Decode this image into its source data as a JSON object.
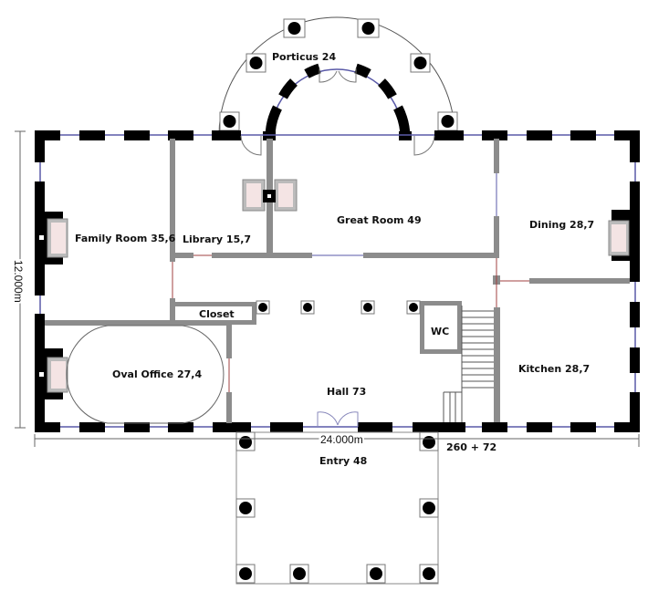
{
  "plan": {
    "rooms": [
      {
        "id": "porticus",
        "label": "Porticus 24"
      },
      {
        "id": "family_room",
        "label": "Family Room 35,6"
      },
      {
        "id": "library",
        "label": "Library 15,7"
      },
      {
        "id": "great_room",
        "label": "Great Room 49"
      },
      {
        "id": "dining",
        "label": "Dining 28,7"
      },
      {
        "id": "closet",
        "label": "Closet"
      },
      {
        "id": "wc",
        "label": "WC"
      },
      {
        "id": "oval_office",
        "label": "Oval Office 27,4"
      },
      {
        "id": "hall",
        "label": "Hall 73"
      },
      {
        "id": "kitchen",
        "label": "Kitchen 28,7"
      },
      {
        "id": "entry",
        "label": "Entry 48"
      }
    ],
    "dimensions": {
      "width": "24.000m",
      "height": "12.000m",
      "total_area": "260 + 72"
    },
    "colors": {
      "exterior_wall": "#000000",
      "interior_wall": "#8c8c8c",
      "window_line": "#5a5aa8",
      "door_line": "#a04040",
      "fireplace_hearth": "#f4e4e4",
      "column": "#000000"
    }
  }
}
